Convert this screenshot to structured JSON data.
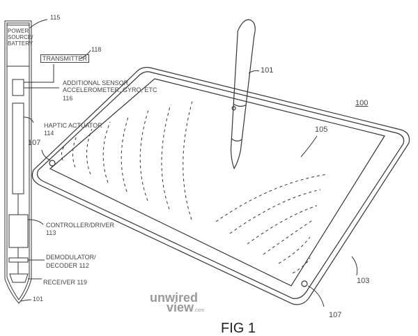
{
  "title": "FIG 1",
  "labels": {
    "ref_115": "115",
    "power": "POWER SOURCE/ BATTERY",
    "transmitter": "TRANSMITTER",
    "ref_118": "118",
    "sensor": "ADDITIONAL SENSOR, ACCELEROMETER, GYRO, ETC",
    "ref_116": "116",
    "haptic": "HAPTIC ACTUATOR",
    "ref_114": "114",
    "controller": "CONTROLLER/DRIVER",
    "ref_113": "113",
    "demod": "DEMODULATOR/",
    "decoder": "DECODER 112",
    "receiver": "RECEIVER 119",
    "ref_101_left": "101",
    "ref_101": "101",
    "ref_100": "100",
    "ref_105": "105",
    "ref_103": "103",
    "ref_107_a": "107",
    "ref_107_b": "107"
  },
  "watermark": {
    "line1": "unwired",
    "line2": "view",
    "suffix": ".com"
  }
}
